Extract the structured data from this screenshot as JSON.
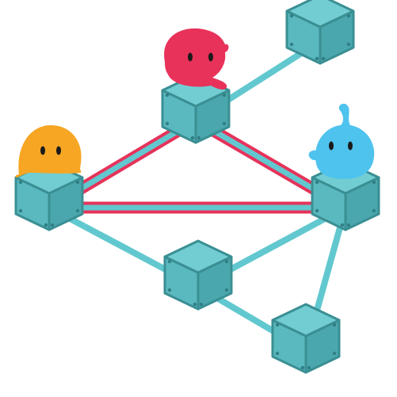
{
  "colors": {
    "background": "#ffffff",
    "link": "#62c8cf",
    "active_link": "#e6335a",
    "cube_top": "#72cdd3",
    "cube_left": "#5ab8bf",
    "cube_right": "#4aa7ae",
    "cube_edge": "#3a8f93",
    "cube_rivet": "#2f7f84",
    "eye": "#1a1a1a"
  },
  "nodes": [
    {
      "id": "node-a",
      "label": ""
    },
    {
      "id": "node-b",
      "label": ""
    },
    {
      "id": "node-c",
      "label": ""
    },
    {
      "id": "node-d",
      "label": ""
    },
    {
      "id": "node-e",
      "label": ""
    },
    {
      "id": "node-f",
      "label": ""
    },
    {
      "id": "node-g",
      "label": ""
    }
  ],
  "links": [
    {
      "from": "node-b",
      "to": "node-c",
      "state": "normal"
    },
    {
      "from": "node-a",
      "to": "node-f",
      "state": "normal"
    },
    {
      "from": "node-d",
      "to": "node-f",
      "state": "normal"
    },
    {
      "from": "node-d",
      "to": "node-g",
      "state": "normal"
    },
    {
      "from": "node-f",
      "to": "node-g",
      "state": "normal"
    },
    {
      "from": "node-a",
      "to": "node-b",
      "state": "claimed"
    },
    {
      "from": "node-b",
      "to": "node-d",
      "state": "claimed"
    },
    {
      "from": "node-a",
      "to": "node-d",
      "state": "claimed"
    }
  ],
  "characters": [
    {
      "name": "orange-blob",
      "color": "#f6a623",
      "on": "node-a",
      "mood": "idle"
    },
    {
      "name": "red-blob",
      "color": "#e8325a",
      "on": "node-b",
      "mood": "idle"
    },
    {
      "name": "blue-blob",
      "color": "#4ec3ee",
      "on": "node-d",
      "mood": "idle"
    }
  ]
}
